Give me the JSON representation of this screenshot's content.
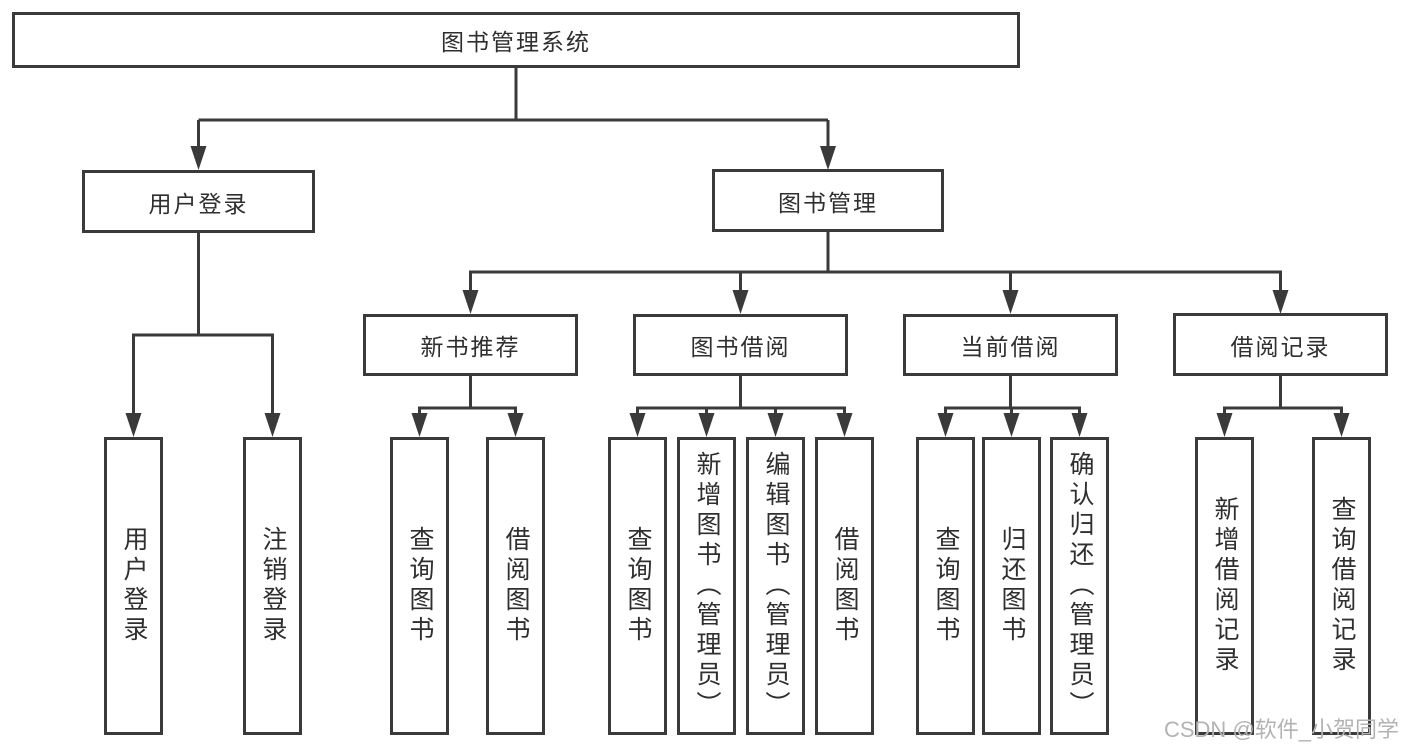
{
  "colors": {
    "line": "#3a3a3a",
    "text": "#2f2f2f",
    "watermark": "#b3b3b3",
    "background": "#ffffff"
  },
  "root": {
    "label": "图书管理系统"
  },
  "level2": {
    "user_login": {
      "label": "用户登录"
    },
    "book_management": {
      "label": "图书管理"
    }
  },
  "level3": {
    "new_book_recommend": {
      "label": "新书推荐"
    },
    "book_borrowing": {
      "label": "图书借阅"
    },
    "current_borrowing": {
      "label": "当前借阅"
    },
    "borrowing_records": {
      "label": "借阅记录"
    }
  },
  "leaves": {
    "login": [
      {
        "label": "用户登录"
      },
      {
        "label": "注销登录"
      }
    ],
    "recommend": [
      {
        "label": "查询图书"
      },
      {
        "label": "借阅图书"
      }
    ],
    "borrow": [
      {
        "label": "查询图书"
      },
      {
        "label": "新增图书（管理员）"
      },
      {
        "label": "编辑图书（管理员）"
      },
      {
        "label": "借阅图书"
      }
    ],
    "current": [
      {
        "label": "查询图书"
      },
      {
        "label": "归还图书"
      },
      {
        "label": "确认归还（管理员）"
      }
    ],
    "records": [
      {
        "label": "新增借阅记录"
      },
      {
        "label": "查询借阅记录"
      }
    ]
  },
  "watermark": {
    "text": "CSDN @软件_小贺同学"
  }
}
